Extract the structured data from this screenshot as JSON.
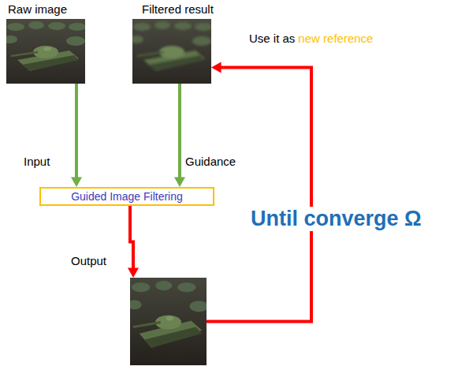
{
  "diagram": {
    "nodes": [
      {
        "text": [
          "Raw image"
        ]
      },
      {
        "text": [
          "Filtered result"
        ]
      },
      {
        "text": [
          "Guided Image Filtering"
        ]
      },
      {
        "text": [
          "Output"
        ]
      }
    ],
    "edges": [
      {
        "from": 0,
        "to": 2,
        "arrow": "to",
        "label": "Input"
      },
      {
        "from": 1,
        "to": 2,
        "arrow": "to",
        "label": "Guidance"
      },
      {
        "from": 2,
        "to": 3,
        "arrow": "to"
      },
      {
        "from": 3,
        "to": 1,
        "arrow": "to",
        "label": "Until converge Ω"
      }
    ],
    "labels": [
      "Use it as",
      "new reference"
    ]
  }
}
